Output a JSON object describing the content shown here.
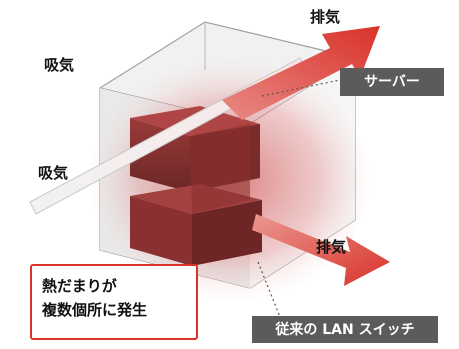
{
  "labels": {
    "intake_top": "吸気",
    "intake_mid": "吸気",
    "exhaust_top": "排気",
    "exhaust_bottom": "排気",
    "server_tag": "サーバー",
    "switch_tag": "従来の LAN スイッチ",
    "note_line1": "熱だまりが",
    "note_line2": "複数個所に発生"
  },
  "colors": {
    "exhaust_arrow": "#d8322a",
    "heat_glow": "#c21f1f",
    "tag_background": "#5b5b5b",
    "note_border": "#d8342c"
  }
}
